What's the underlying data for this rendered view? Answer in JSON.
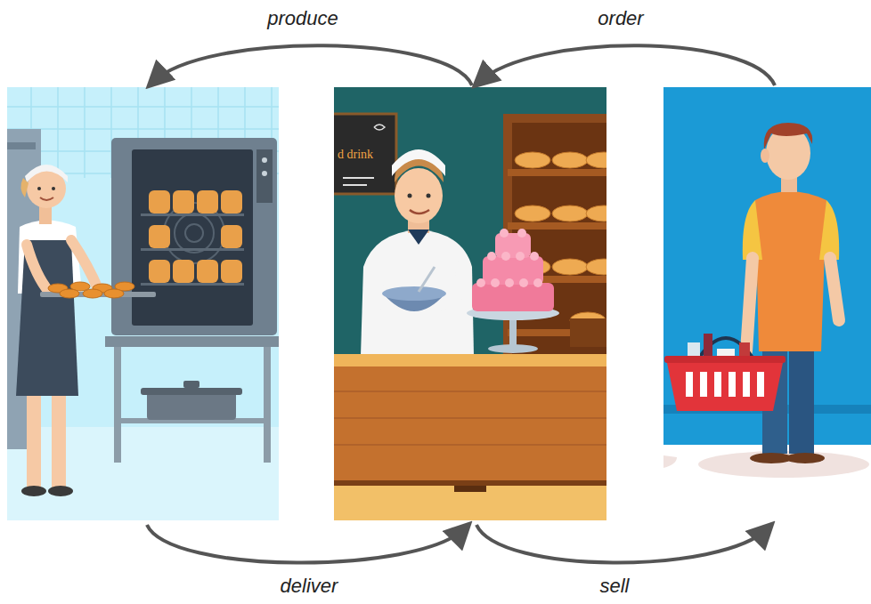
{
  "diagram": {
    "labels": [
      "produce",
      "order",
      "d drink",
      "deliver",
      "sell"
    ]
  }
}
